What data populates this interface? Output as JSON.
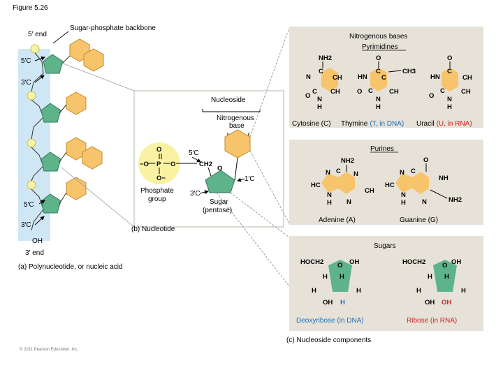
{
  "figure_title": "Figure 5.26",
  "part_a": {
    "label_5end": "5′ end",
    "label_backbone": "Sugar-phosphate backbone",
    "label_5C_top": "5′C",
    "label_3C_top": "3′C",
    "label_5C_bottom": "5′C",
    "label_3C_bottom": "3′C",
    "label_OH": "OH",
    "label_3end": "3′ end",
    "caption": "(a) Polynucleotide, or nucleic acid"
  },
  "part_b": {
    "label_nucleoside": "Nucleoside",
    "label_nitrogenous_base": [
      "Nitrogenous",
      "base"
    ],
    "label_5C": "5′C",
    "label_CH2": "CH2",
    "label_1C": "1′C",
    "label_3C": "3′C",
    "label_phosphate_group": [
      "Phosphate",
      "group"
    ],
    "label_sugar": [
      "Sugar",
      "(pentose)"
    ],
    "caption": "(b) Nucleotide",
    "phosphate_atoms": {
      "O_top": "O",
      "O_left": "−O",
      "P": "P",
      "O_right": "O",
      "O_bottom": "O−"
    },
    "ring_O": "O"
  },
  "part_c": {
    "title_bases": "Nitrogenous bases",
    "title_pyrimidines": "Pyrimidines",
    "cytosine": {
      "name": "Cytosine (C)",
      "top": "NH2",
      "N3": "N",
      "C4": "C",
      "CH5": "CH",
      "CH6": "CH",
      "O2": "O",
      "C2": "C",
      "N1": "N",
      "H": "H"
    },
    "thymine": {
      "name": "Thymine (T, in DNA)",
      "name_plain": "Thymine",
      "name_colored": "(T, in DNA)",
      "top": "O",
      "HN": "HN",
      "C4": "C",
      "CH3": "CH3",
      "C5": "C",
      "CH6": "CH",
      "O2": "O",
      "C2": "C",
      "N1": "N",
      "H": "H"
    },
    "uracil": {
      "name": "Uracil (U, in RNA)",
      "name_plain": "Uracil",
      "name_colored": "(U, in RNA)",
      "top": "O",
      "HN": "HN",
      "C4": "C",
      "CH5": "CH",
      "CH6": "CH",
      "O2": "O",
      "C2": "C",
      "N1": "N",
      "H": "H"
    },
    "title_purines": "Purines",
    "adenine": {
      "name": "Adenine (A)",
      "NH2": "NH2",
      "N7": "N",
      "C": "C",
      "HC8": "HC",
      "N9": "N",
      "H": "H",
      "N1": "N",
      "CH2": "CH",
      "N3": "N"
    },
    "guanine": {
      "name": "Guanine (G)",
      "O": "O",
      "N7": "N",
      "C": "C",
      "NH": "NH",
      "HC8": "HC",
      "N9": "N",
      "H": "H",
      "NH2": "NH2",
      "N3": "N"
    },
    "title_sugars": "Sugars",
    "deoxyribose": {
      "name": "Deoxyribose (in DNA)",
      "HOCH2": "HOCH2",
      "OH": "OH",
      "O": "O",
      "H": "H",
      "H_blue": "H"
    },
    "ribose": {
      "name": "Ribose (in RNA)",
      "HOCH2": "HOCH2",
      "OH": "OH",
      "O": "O",
      "H": "H",
      "OH_red": "OH"
    },
    "caption": "(c) Nucleoside components"
  },
  "copyright": "© 2011 Pearson Education, Inc.",
  "colors": {
    "backbone_blue": "#cfe6f5",
    "sugar_green": "#5fb38a",
    "base_orange": "#f7c46b",
    "phosphate_yellow": "#f8f2a2",
    "panel_tan": "#e8e2d6",
    "panel_c_bg": "#e6e2d8",
    "thymine_blue": "#1f6fb5",
    "ribose_red": "#d21f1f"
  }
}
